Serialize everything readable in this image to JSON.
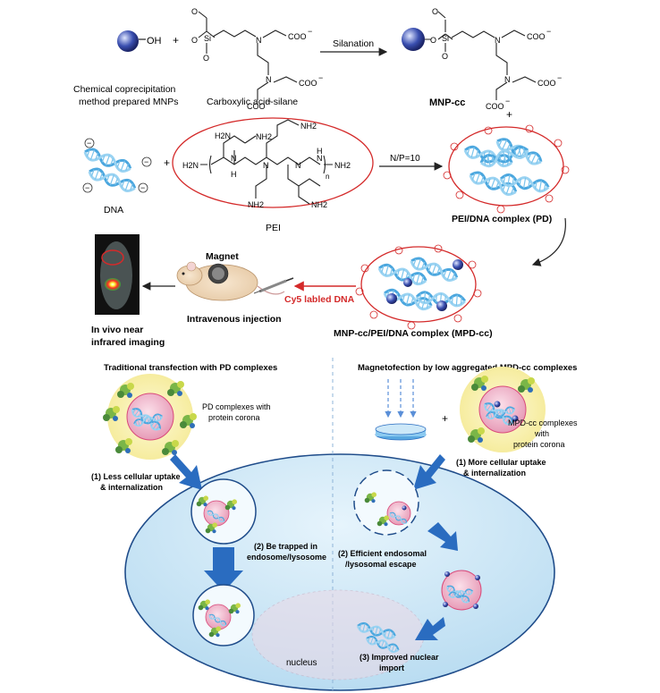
{
  "row1": {
    "oh": "OH",
    "plus": "+",
    "mnp_caption_line1": "Chemical coprecipitation",
    "mnp_caption_line2": "method prepared MNPs",
    "silane_label": "Carboxylic acid-silane",
    "arrow_label": "Silanation",
    "product_label": "MNP-cc",
    "si": "Si",
    "o": "O",
    "n": "N",
    "coo": "COO",
    "neg": "−"
  },
  "row2": {
    "plus": "+",
    "dna_label": "DNA",
    "pei_label": "PEI",
    "h2n": "H2N",
    "nh2": "NH2",
    "nh": "N",
    "h": "H",
    "n_sub": "n",
    "np_ratio": "N/P=10",
    "pd_label": "PEI/DNA complex (PD)",
    "pd_plus": "+"
  },
  "row3": {
    "magnet_label": "Magnet",
    "injection_label": "Intravenous injection",
    "cy5_label": "Cy5 labled DNA",
    "mpd_label": "MNP-cc/PEI/DNA complex (MPD-cc)",
    "imaging_line1": "In vivo near",
    "imaging_line2": "infrared imaging"
  },
  "cell": {
    "left_title": "Traditional transfection with PD complexes",
    "right_title": "Magnetofection by low aggregated MPD-cc complexes",
    "pd_corona_line1": "PD complexes with",
    "pd_corona_line2": "protein corona",
    "mpd_corona_line1": "MPD-cc complexes",
    "mpd_corona_line2": "with",
    "mpd_corona_line3": "protein corona",
    "left_step1_line1": "(1) Less cellular uptake",
    "left_step1_line2": "& internalization",
    "left_step2_line1": "(2) Be trapped in",
    "left_step2_line2": "endosome/lysosome",
    "right_step1_line1": "(1) More cellular uptake",
    "right_step1_line2": "& internalization",
    "right_step2_line1": "(2) Efficient endosomal",
    "right_step2_line2": "/lysosomal escape",
    "right_step3_line1": "(3) Improved nuclear",
    "right_step3_line2": "import",
    "nucleus_label": "nucleus",
    "plus": "+"
  },
  "colors": {
    "accent_red": "#d42a2a",
    "dna_blue": "#5ab8e6",
    "arrow_blue": "#2a6cc0",
    "cell_fill": "#cfe8f6",
    "corona": "#fbf6c4"
  }
}
